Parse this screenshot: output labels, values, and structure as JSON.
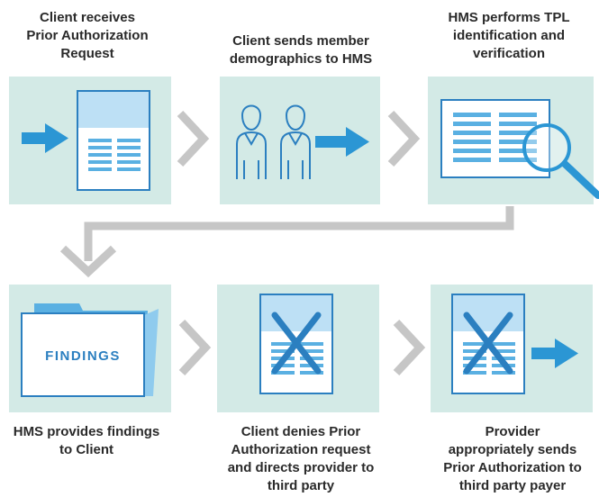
{
  "steps": [
    {
      "caption": "Client receives\nPrior Authorization\nRequest"
    },
    {
      "caption": "Client sends member\ndemographics to HMS"
    },
    {
      "caption": "HMS performs TPL\nidentification and\nverification"
    },
    {
      "caption": "HMS provides findings\nto Client"
    },
    {
      "caption": "Client denies Prior\nAuthorization request\nand directs provider to\nthird party"
    },
    {
      "caption": "Provider\nappropriately sends\nPrior Authorization to\nthird party payer"
    }
  ],
  "folder_label": "FINDINGS",
  "colors": {
    "tile": "#d3eae6",
    "accent_blue": "#2b96d4",
    "doc_header": "#bde0f5",
    "line_blue": "#5ab0e2",
    "chevron_gray": "#c6c6c6",
    "red_x": "#2b7fc0"
  }
}
